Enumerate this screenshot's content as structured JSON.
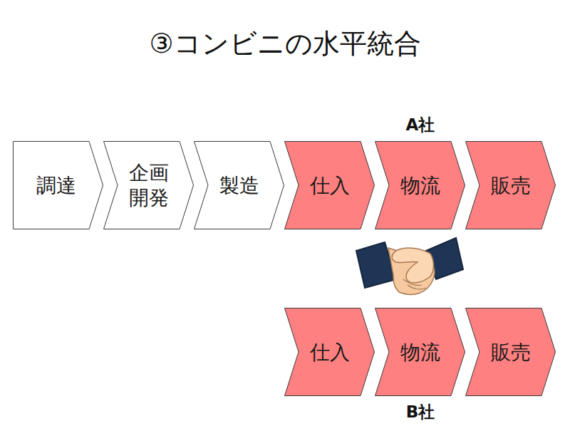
{
  "diagram": {
    "title": "③コンビニの水平統合",
    "nodes": [
      {
        "text": [
          "調達"
        ]
      },
      {
        "text": [
          "企画 開発"
        ]
      },
      {
        "text": [
          "製造"
        ]
      },
      {
        "text": [
          "仕入"
        ]
      },
      {
        "text": [
          "物流"
        ]
      },
      {
        "text": [
          "販売"
        ]
      },
      {
        "text": [
          "仕入"
        ]
      },
      {
        "text": [
          "物流"
        ]
      },
      {
        "text": [
          "販売"
        ]
      }
    ],
    "labels": [
      "A社",
      "B社"
    ]
  }
}
